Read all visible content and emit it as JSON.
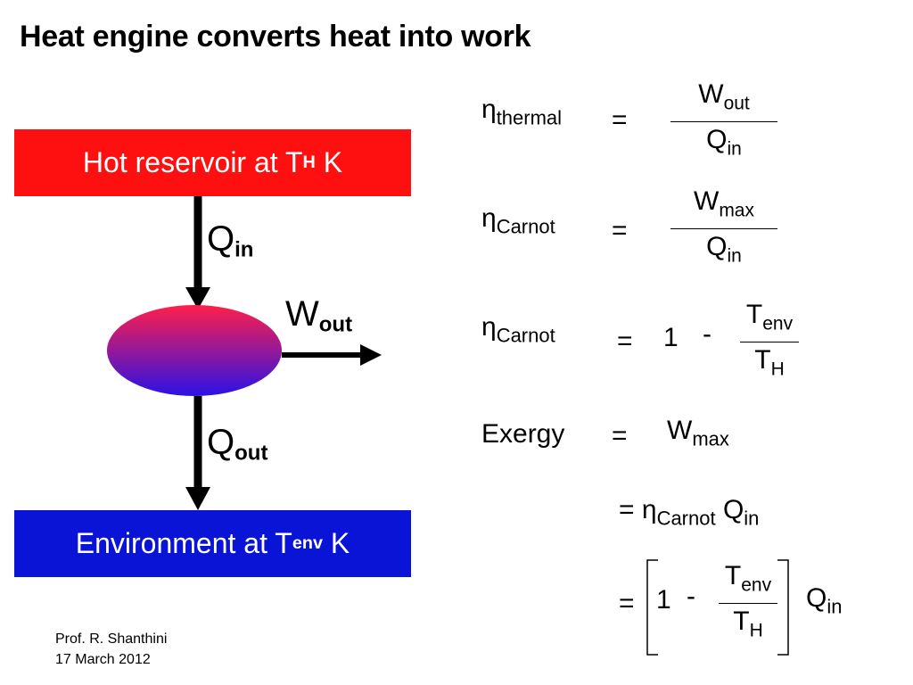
{
  "slide": {
    "title": "Heat engine converts heat into work",
    "footer_author": "Prof. R. Shanthini",
    "footer_date": "17 March 2012"
  },
  "diagram": {
    "hot_reservoir": {
      "text": "Hot reservoir at T",
      "sub": "H",
      "suffix": " K",
      "color": "#ff1010"
    },
    "environment": {
      "text": "Environment at T",
      "sub": "env",
      "suffix": " K",
      "color": "#0a14d6"
    },
    "q_in": {
      "main": "Q",
      "sub": "in"
    },
    "w_out": {
      "main": "W",
      "sub": "out"
    },
    "q_out": {
      "main": "Q",
      "sub": "out"
    },
    "engine_gradient": {
      "top": "#ff1f4a",
      "bottom": "#2a12e6"
    }
  },
  "equations": {
    "eta_symbol": "η",
    "thermal_sub": "thermal",
    "carnot_sub": "Carnot",
    "equals": "=",
    "one": "1",
    "minus": "-",
    "exergy": "Exergy",
    "w": "W",
    "out_sub": "out",
    "max_sub": "max",
    "q": "Q",
    "in_sub": "in",
    "t": "T",
    "env_sub": "env",
    "h_sub": "H"
  }
}
